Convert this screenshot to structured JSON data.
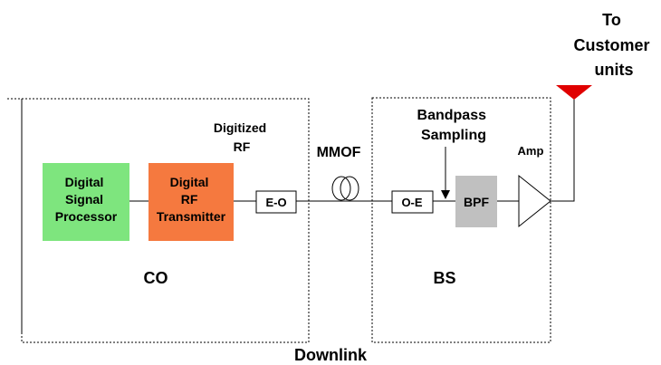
{
  "diagram": {
    "caption": "Downlink",
    "co": {
      "label": "CO",
      "dsp": [
        "Digital",
        "Signal",
        "Processor"
      ],
      "dsp_color": "#7ee57e",
      "tx": [
        "Digital",
        "RF",
        "Transmitter"
      ],
      "tx_color": "#f5793f",
      "eo": "E-O",
      "digitized": [
        "Digitized",
        "RF"
      ]
    },
    "link": {
      "label": "MMOF"
    },
    "bs": {
      "label": "BS",
      "oe": "O-E",
      "sampling": [
        "Bandpass",
        "Sampling"
      ],
      "bpf": "BPF",
      "bpf_color": "#c0c0c0",
      "amp": "Amp"
    },
    "customer": [
      "To",
      "Customer",
      "units"
    ],
    "antenna_color": "#e00000"
  }
}
